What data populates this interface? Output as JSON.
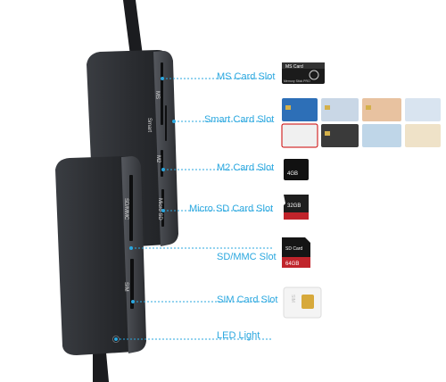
{
  "labels": {
    "ms": "MS Card Slot",
    "smart": "Smart Card Slot",
    "m2": "M2 Card Slot",
    "micro_sd": "Micro SD Card Slot",
    "sd_mmc": "SD/MMC Slot",
    "sim": "SIM Card Slot",
    "led": "LED Light"
  },
  "device_markings": {
    "ms_slot": "MS",
    "micro_sd_slot": "Micro SD",
    "m2_slot": "M2",
    "sd_slot": "SD/MMC",
    "sim_slot": "SIM",
    "smart_slot": "Smart"
  },
  "cards": {
    "ms_card_title": "MS Card",
    "ms_card_brand": "Memory Stick PRO",
    "m2_card_capacity": "4GB",
    "micro_sd_capacity": "32GB",
    "sd_card_capacity": "64GB",
    "sd_card_type": "SD Card",
    "sim_text": "SIM"
  },
  "colors": {
    "label": "#2aa7df",
    "leader": "#2aa7df",
    "device_body": "#2b2d31",
    "device_edge": "#4a4d52"
  },
  "icons": {
    "ms": "ms-card-icon",
    "smart": "smart-card-collage-icon",
    "m2": "m2-card-icon",
    "micro_sd": "micro-sd-card-icon",
    "sd": "sd-card-icon",
    "sim": "sim-card-icon"
  }
}
